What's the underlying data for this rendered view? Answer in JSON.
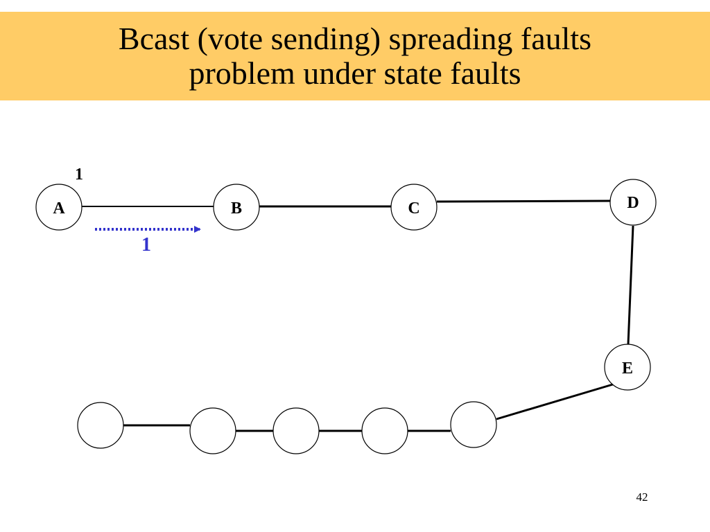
{
  "slide": {
    "title_line1": "Bcast (vote sending) spreading faults",
    "title_line2": "problem under state faults",
    "page_number": "42"
  },
  "diagram": {
    "nodes": {
      "A": {
        "label": "A"
      },
      "B": {
        "label": "B"
      },
      "C": {
        "label": "C"
      },
      "D": {
        "label": "D"
      },
      "E": {
        "label": "E"
      },
      "N1": {
        "label": ""
      },
      "N2": {
        "label": ""
      },
      "N3": {
        "label": ""
      },
      "N4": {
        "label": ""
      },
      "N5": {
        "label": ""
      }
    },
    "edges": [
      {
        "from": "A",
        "to": "B"
      },
      {
        "from": "B",
        "to": "C"
      },
      {
        "from": "C",
        "to": "D"
      },
      {
        "from": "D",
        "to": "E"
      },
      {
        "from": "E",
        "to": "N5"
      },
      {
        "from": "N5",
        "to": "N4"
      },
      {
        "from": "N4",
        "to": "N3"
      },
      {
        "from": "N3",
        "to": "N2"
      },
      {
        "from": "N2",
        "to": "N1"
      }
    ],
    "state_label_A": "1",
    "message": {
      "from": "A",
      "to": "B",
      "label": "1",
      "color": "#3333cc"
    }
  }
}
